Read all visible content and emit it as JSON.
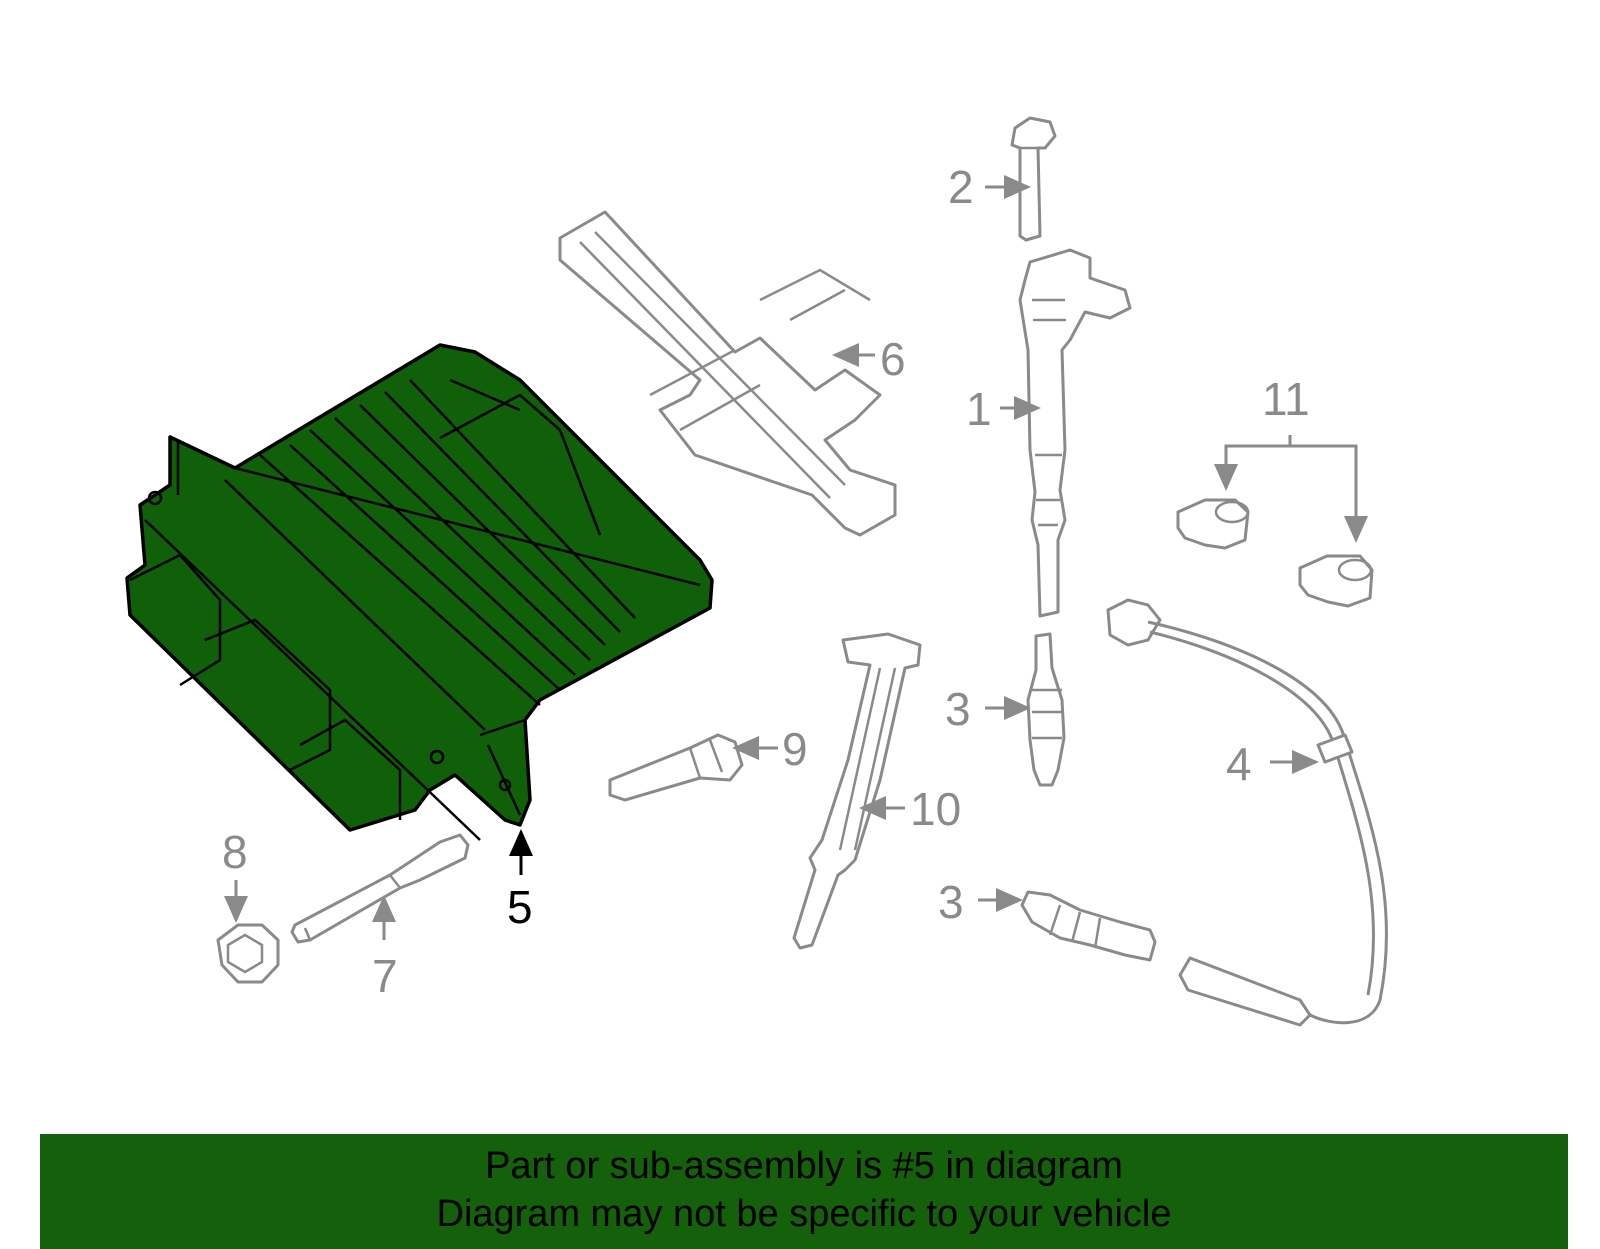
{
  "diagram": {
    "callouts": [
      "1",
      "2",
      "3",
      "3",
      "4",
      "5",
      "6",
      "7",
      "8",
      "9",
      "10",
      "11"
    ],
    "highlighted_part": "5"
  },
  "colors": {
    "highlight": "#10600a",
    "banner": "#15600b",
    "line_art": "#8a8a8a"
  },
  "footer": {
    "line1": "Part or sub-assembly is #5 in diagram",
    "line2": "Diagram may not be specific to your vehicle"
  }
}
